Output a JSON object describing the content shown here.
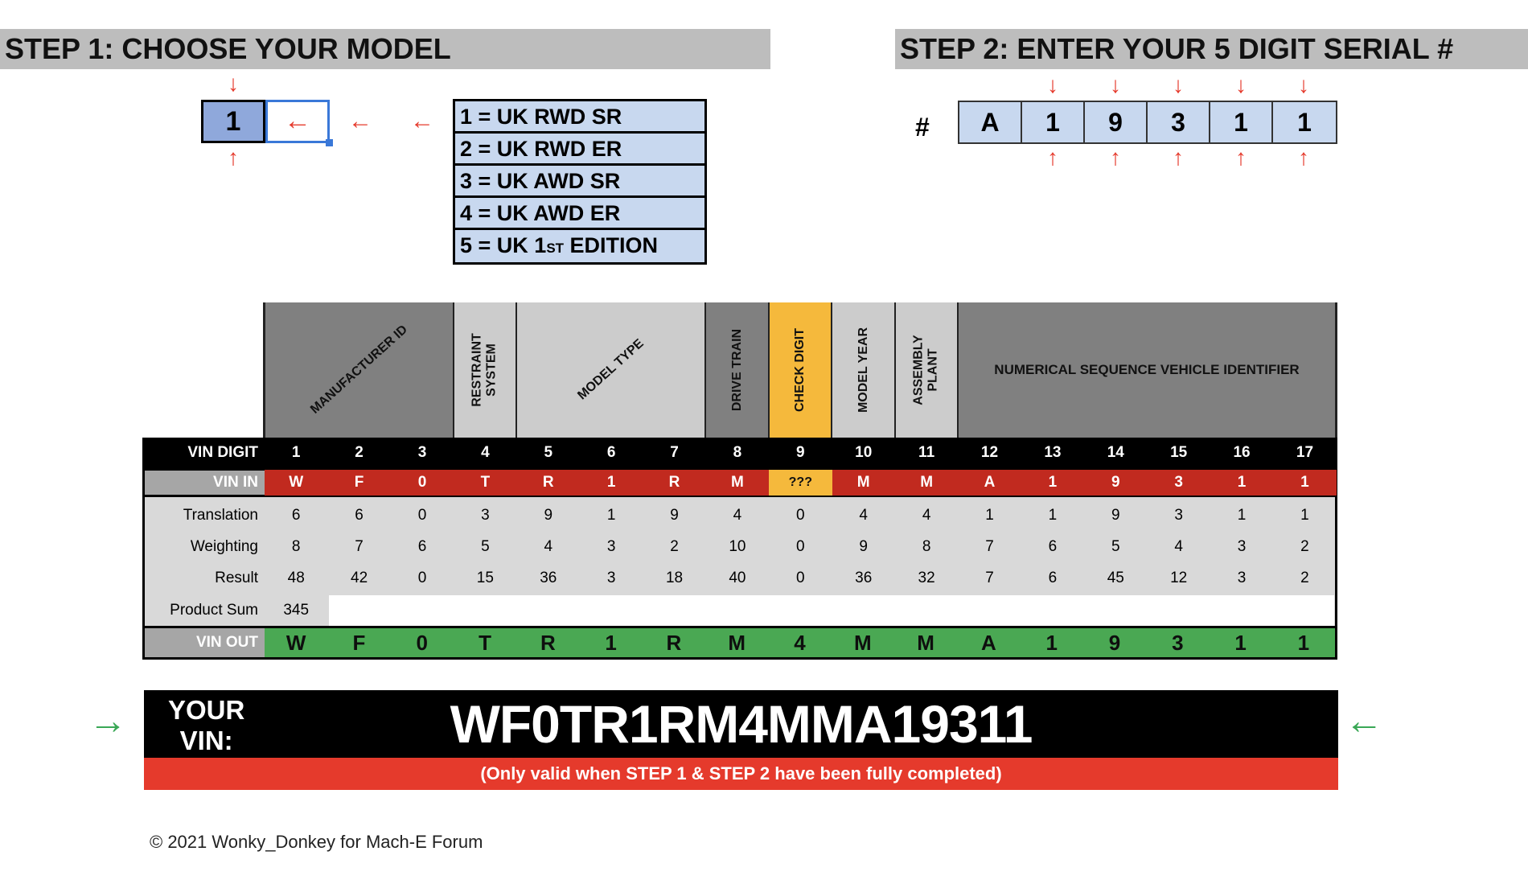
{
  "step1": {
    "title": "STEP 1: CHOOSE YOUR MODEL"
  },
  "step2": {
    "title": "STEP 2: ENTER YOUR 5 DIGIT SERIAL #"
  },
  "model_select": {
    "value": "1",
    "edit_arrow": "←",
    "options": [
      "1 = UK RWD SR",
      "2 = UK RWD ER",
      "3 = UK AWD SR",
      "4 = UK AWD ER"
    ],
    "option5": {
      "prefix": "5 = UK 1",
      "sup": "ST",
      "suffix": " EDITION"
    }
  },
  "serial": {
    "hash": "#",
    "digits": [
      "A",
      "1",
      "9",
      "3",
      "1",
      "1"
    ]
  },
  "arrows": {
    "down": "↓",
    "up": "↑",
    "left": "←",
    "right": "→"
  },
  "table": {
    "headers": {
      "manufacturer": "MANUFACTURER ID",
      "restraint_l1": "RESTRAINT",
      "restraint_l2": "SYSTEM",
      "model_type": "MODEL TYPE",
      "drive_train": "DRIVE TRAIN",
      "check_digit": "CHECK DIGIT",
      "model_year": "MODEL YEAR",
      "assembly_l1": "ASSEMBLY",
      "assembly_l2": "PLANT",
      "sequence": "NUMERICAL SEQUENCE VEHICLE IDENTIFIER"
    },
    "labels": {
      "vin_digit": "VIN DIGIT",
      "vin_in": "VIN IN",
      "translation": "Translation",
      "weighting": "Weighting",
      "result": "Result",
      "product_sum": "Product Sum",
      "vin_out": "VIN OUT"
    },
    "vin_digit": [
      "1",
      "2",
      "3",
      "4",
      "5",
      "6",
      "7",
      "8",
      "9",
      "10",
      "11",
      "12",
      "13",
      "14",
      "15",
      "16",
      "17"
    ],
    "vin_in": [
      "W",
      "F",
      "0",
      "T",
      "R",
      "1",
      "R",
      "M",
      "???",
      "M",
      "M",
      "A",
      "1",
      "9",
      "3",
      "1",
      "1"
    ],
    "translation": [
      "6",
      "6",
      "0",
      "3",
      "9",
      "1",
      "9",
      "4",
      "0",
      "4",
      "4",
      "1",
      "1",
      "9",
      "3",
      "1",
      "1"
    ],
    "weighting": [
      "8",
      "7",
      "6",
      "5",
      "4",
      "3",
      "2",
      "10",
      "0",
      "9",
      "8",
      "7",
      "6",
      "5",
      "4",
      "3",
      "2"
    ],
    "result": [
      "48",
      "42",
      "0",
      "15",
      "36",
      "3",
      "18",
      "40",
      "0",
      "36",
      "32",
      "7",
      "6",
      "45",
      "12",
      "3",
      "2"
    ],
    "product_sum": "345",
    "vin_out": [
      "W",
      "F",
      "0",
      "T",
      "R",
      "1",
      "R",
      "M",
      "4",
      "M",
      "M",
      "A",
      "1",
      "9",
      "3",
      "1",
      "1"
    ]
  },
  "vin_output": {
    "label_l1": "YOUR",
    "label_l2": "VIN:",
    "value": "WF0TR1RM4MMA19311",
    "note": "(Only valid when STEP 1 & STEP 2 have been fully completed)"
  },
  "copyright": "© 2021 Wonky_Donkey for Mach-E Forum",
  "colors": {
    "header_gray": "#bdbdbd",
    "dark_gray": "#808080",
    "light_gray": "#cccccc",
    "check_yellow": "#f5b93c",
    "vin_in_red": "#c12a1f",
    "vin_out_green": "#4aa853",
    "arrow_red": "#e53a2c",
    "arrow_green": "#3aa856",
    "cell_blue": "#c8d8ef",
    "model_blue": "#8fa8db"
  }
}
